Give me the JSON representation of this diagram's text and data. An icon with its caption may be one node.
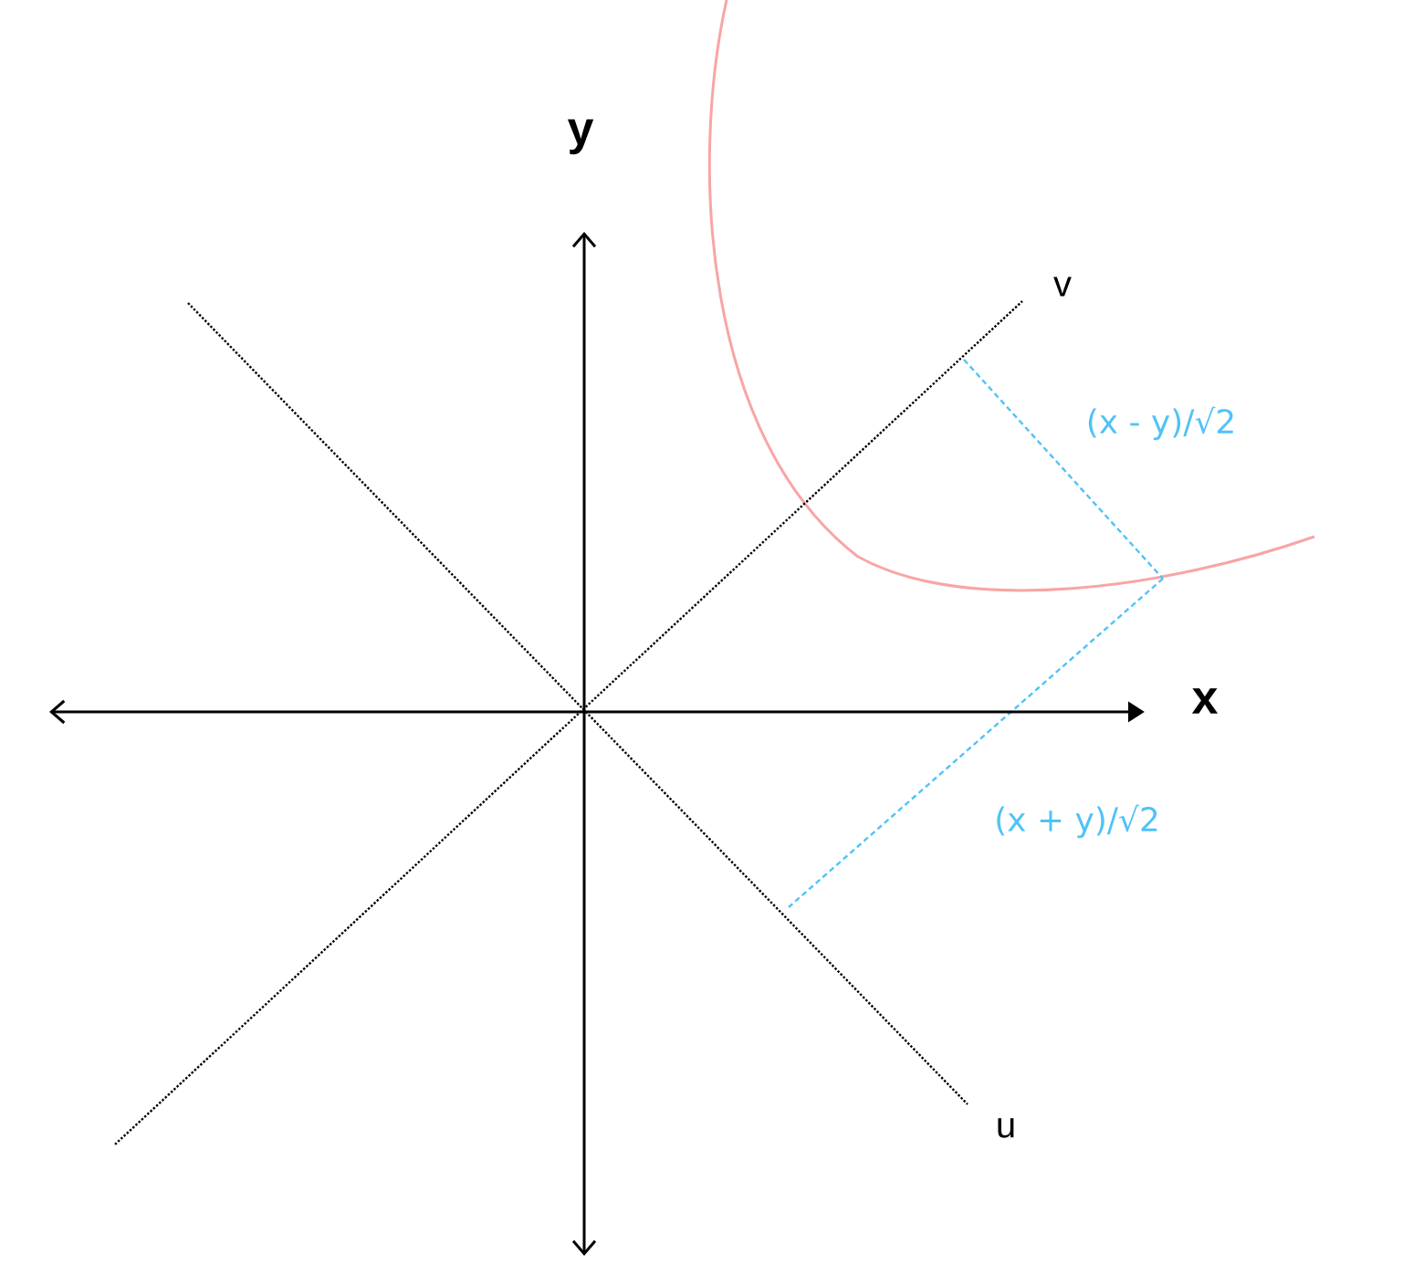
{
  "diagram": {
    "labels": [
      "y",
      "v",
      "(x - y)/√2",
      "x",
      "(x + y)/√2",
      "u"
    ]
  }
}
